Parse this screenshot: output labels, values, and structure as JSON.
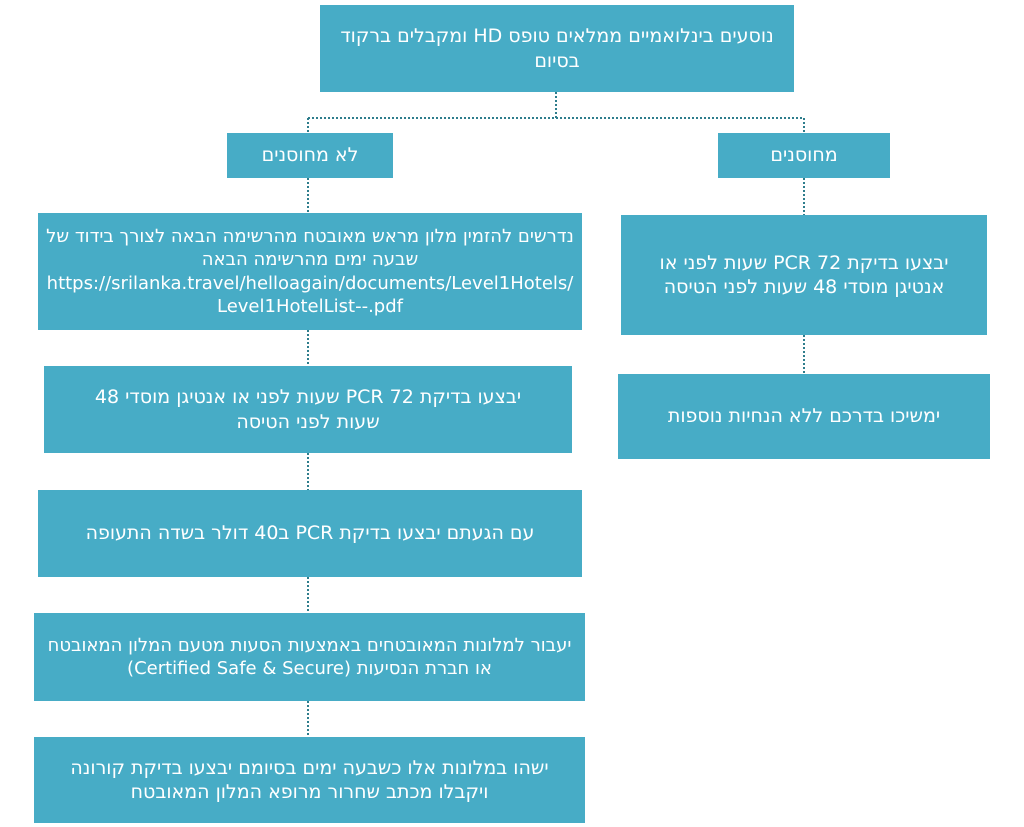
{
  "root": "נוסעים בינלואמיים ממלאים טופס HD ומקבלים ברקוד בסיום",
  "not_vaccinated": {
    "label": "לא מחוסנים",
    "steps": [
      "נדרשים להזמין מלון מראש מאובטח מהרשימה הבאה לצורך בידוד של שבעה ימים מהרשימה הבאה",
      "יבצעו בדיקת PCR 72 שעות לפני או אנטיגן מוסדי 48 שעות לפני הטיסה",
      "עם הגעתם יבצעו בדיקת PCR ב40 דולר בשדה התעופה",
      "יעבור למלונות המאובטחים באמצעות הסעות מטעם המלון המאובטח או חברת הנסיעות (Certified Safe & Secure)",
      "ישהו במלונות אלו כשבעה ימים בסיומם יבצעו בדיקת קורונה ויקבלו מכתב שחרור מרופא המלון המאובטח"
    ],
    "hotel_list_url": "https://srilanka.travel/helloagain/documents/Level1Hotels/Level1HotelList--.pdf"
  },
  "vaccinated": {
    "label": "מחוסנים",
    "steps": [
      "יבצעו בדיקת PCR 72 שעות לפני או אנטיגן מוסדי 48 שעות לפני הטיסה",
      "ימשיכו בדרכם ללא הנחיות נוספות"
    ]
  }
}
